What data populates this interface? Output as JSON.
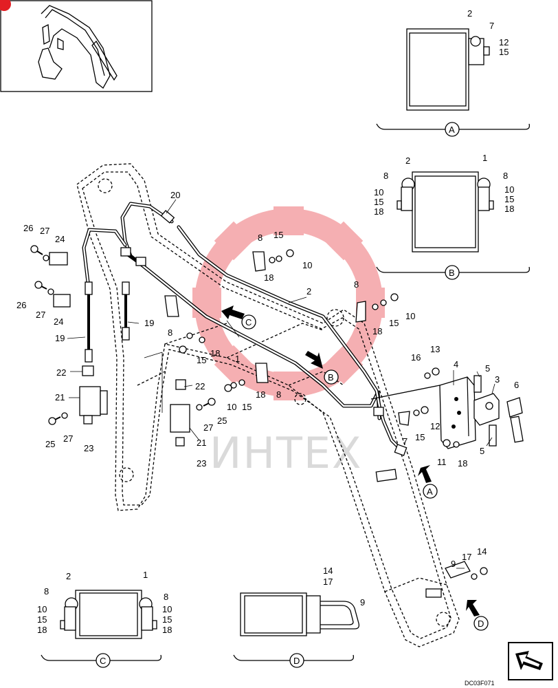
{
  "drawing_code": "DC03F071",
  "watermark_text": "ИНТЕХ",
  "accent_color": "#e31e24",
  "views": {
    "A": {
      "letter": "A",
      "labels": [
        "2",
        "7",
        "12",
        "15"
      ]
    },
    "B": {
      "letter": "B",
      "labels": [
        "8",
        "2",
        "1",
        "8",
        "10",
        "15",
        "18",
        "10",
        "15",
        "18"
      ]
    },
    "C": {
      "letter": "C",
      "labels": [
        "2",
        "1",
        "8",
        "8",
        "10",
        "15",
        "18",
        "10",
        "15",
        "18"
      ]
    },
    "D": {
      "letter": "D",
      "labels": [
        "14",
        "17",
        "9"
      ]
    }
  },
  "arrows": {
    "A": "A",
    "B": "B",
    "C": "C",
    "D": "D"
  },
  "part_labels": [
    "20",
    "26",
    "27",
    "24",
    "26",
    "27",
    "24",
    "19",
    "19",
    "22",
    "21",
    "25",
    "27",
    "23",
    "8",
    "15",
    "18",
    "10",
    "2",
    "8",
    "15",
    "18",
    "10",
    "8",
    "15",
    "18",
    "1",
    "8",
    "15",
    "18",
    "10",
    "22",
    "25",
    "27",
    "21",
    "23",
    "13",
    "16",
    "4",
    "5",
    "3",
    "6",
    "15",
    "12",
    "7",
    "11",
    "18",
    "5",
    "9",
    "17",
    "14"
  ]
}
